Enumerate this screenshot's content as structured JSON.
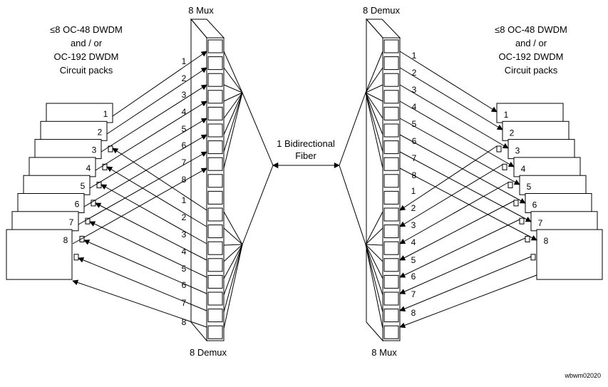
{
  "diagram": {
    "left_pack_label": [
      "≤8 OC-48 DWDM",
      "and / or",
      "OC-192 DWDM",
      "Circuit packs"
    ],
    "right_pack_label": [
      "≤8 OC-48 DWDM",
      "and / or",
      "OC-192 DWDM",
      "Circuit packs"
    ],
    "left_top_title": "8 Mux",
    "left_bottom_title": "8 Demux",
    "right_top_title": "8 Demux",
    "right_bottom_title": "8 Mux",
    "fiber_label": [
      "1 Bidirectional",
      "Fiber"
    ],
    "left_pack_numbers": [
      "1",
      "2",
      "3",
      "4",
      "5",
      "6",
      "7",
      "8"
    ],
    "right_pack_numbers": [
      "1",
      "2",
      "3",
      "4",
      "5",
      "6",
      "7",
      "8"
    ],
    "left_mux_channels": [
      "1",
      "2",
      "3",
      "4",
      "5",
      "6",
      "7",
      "8"
    ],
    "left_demux_channels": [
      "1",
      "2",
      "3",
      "4",
      "5",
      "6",
      "7",
      "8"
    ],
    "right_demux_channels": [
      "1",
      "2",
      "3",
      "4",
      "5",
      "6",
      "7",
      "8"
    ],
    "right_mux_channels": [
      "1",
      "2",
      "3",
      "4",
      "5",
      "6",
      "7",
      "8"
    ],
    "figure_id": "wbwm02020"
  }
}
